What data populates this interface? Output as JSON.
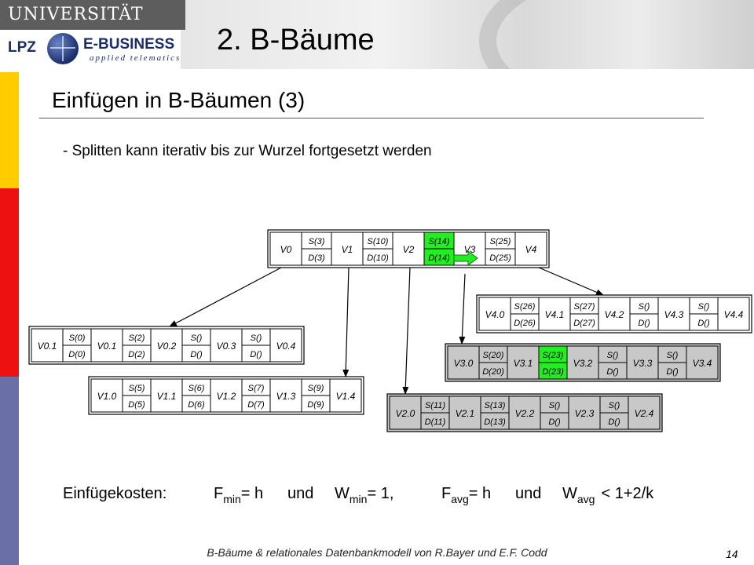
{
  "header": {
    "university": "UNIVERSITÄT LEIPZIG",
    "logo_left": "LPZ",
    "logo_right": "E-BUSINESS",
    "logo_sub": "applied telematics"
  },
  "slide": {
    "title": "2. B-Bäume",
    "subtitle": "Einfügen in B-Bäumen (3)",
    "bullet": "- Splitten kann iterativ bis zur Wurzel fortgesetzt werden"
  },
  "diagram": {
    "colors": {
      "white": "#ffffff",
      "gray": "#c8c8c8",
      "highlight": "#22ee22",
      "border": "#000000",
      "arrow_green": "#22ee22"
    },
    "root": {
      "fill": "white",
      "cells": [
        {
          "t": "v",
          "l": "V0"
        },
        {
          "t": "k",
          "s": "S(3)",
          "d": "D(3)"
        },
        {
          "t": "v",
          "l": "V1"
        },
        {
          "t": "k",
          "s": "S(10)",
          "d": "D(10)"
        },
        {
          "t": "v",
          "l": "V2"
        },
        {
          "t": "k",
          "s": "S(14)",
          "d": "D(14)",
          "hl": true
        },
        {
          "t": "v",
          "l": "V3"
        },
        {
          "t": "k",
          "s": "S(25)",
          "d": "D(25)"
        },
        {
          "t": "v",
          "l": "V4"
        }
      ]
    },
    "n0": {
      "fill": "white",
      "cells": [
        {
          "t": "v",
          "l": "V0.1"
        },
        {
          "t": "k",
          "s": "S(0)",
          "d": "D(0)"
        },
        {
          "t": "v",
          "l": "V0.1"
        },
        {
          "t": "k",
          "s": "S(2)",
          "d": "D(2)"
        },
        {
          "t": "v",
          "l": "V0.2"
        },
        {
          "t": "k",
          "s": "S()",
          "d": "D()"
        },
        {
          "t": "v",
          "l": "V0.3"
        },
        {
          "t": "k",
          "s": "S()",
          "d": "D()"
        },
        {
          "t": "v",
          "l": "V0.4"
        }
      ]
    },
    "n1": {
      "fill": "white",
      "cells": [
        {
          "t": "v",
          "l": "V1.0"
        },
        {
          "t": "k",
          "s": "S(5)",
          "d": "D(5)"
        },
        {
          "t": "v",
          "l": "V1.1"
        },
        {
          "t": "k",
          "s": "S(6)",
          "d": "D(6)"
        },
        {
          "t": "v",
          "l": "V1.2"
        },
        {
          "t": "k",
          "s": "S(7)",
          "d": "D(7)"
        },
        {
          "t": "v",
          "l": "V1.3"
        },
        {
          "t": "k",
          "s": "S(9)",
          "d": "D(9)"
        },
        {
          "t": "v",
          "l": "V1.4"
        }
      ]
    },
    "n2": {
      "fill": "gray",
      "cells": [
        {
          "t": "v",
          "l": "V2.0"
        },
        {
          "t": "k",
          "s": "S(11)",
          "d": "D(11)"
        },
        {
          "t": "v",
          "l": "V2.1"
        },
        {
          "t": "k",
          "s": "S(13)",
          "d": "D(13)"
        },
        {
          "t": "v",
          "l": "V2.2"
        },
        {
          "t": "k",
          "s": "S()",
          "d": "D()"
        },
        {
          "t": "v",
          "l": "V2.3"
        },
        {
          "t": "k",
          "s": "S()",
          "d": "D()"
        },
        {
          "t": "v",
          "l": "V2.4"
        }
      ]
    },
    "n3": {
      "fill": "gray",
      "cells": [
        {
          "t": "v",
          "l": "V3.0"
        },
        {
          "t": "k",
          "s": "S(20)",
          "d": "D(20)"
        },
        {
          "t": "v",
          "l": "V3.1"
        },
        {
          "t": "k",
          "s": "S(23)",
          "d": "D(23)",
          "hl": true
        },
        {
          "t": "v",
          "l": "V3.2"
        },
        {
          "t": "k",
          "s": "S()",
          "d": "D()"
        },
        {
          "t": "v",
          "l": "V3.3"
        },
        {
          "t": "k",
          "s": "S()",
          "d": "D()"
        },
        {
          "t": "v",
          "l": "V3.4"
        }
      ]
    },
    "n4": {
      "fill": "white",
      "cells": [
        {
          "t": "v",
          "l": "V4.0"
        },
        {
          "t": "k",
          "s": "S(26)",
          "d": "D(26)"
        },
        {
          "t": "v",
          "l": "V4.1"
        },
        {
          "t": "k",
          "s": "S(27)",
          "d": "D(27)"
        },
        {
          "t": "v",
          "l": "V4.2"
        },
        {
          "t": "k",
          "s": "S()",
          "d": "D()"
        },
        {
          "t": "v",
          "l": "V4.3"
        },
        {
          "t": "k",
          "s": "S()",
          "d": "D()"
        },
        {
          "t": "v",
          "l": "V4.4"
        }
      ]
    }
  },
  "costs": {
    "label": "Einfügekosten:",
    "f": "F",
    "min": "min",
    "eq_h": "= h",
    "und": "und",
    "w": "W",
    "eq_1": "= 1,",
    "avg": "avg",
    "lt": "< 1+2/k"
  },
  "footer": {
    "text": "B-Bäume & relationales Datenbankmodell von R.Bayer und E.F. Codd",
    "page": "14"
  }
}
